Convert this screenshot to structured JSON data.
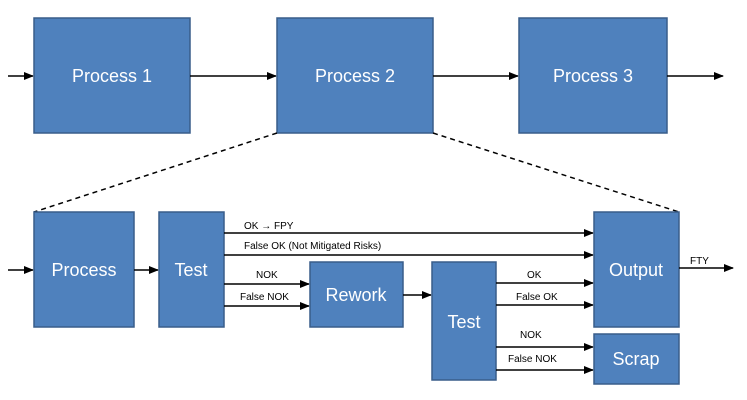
{
  "colors": {
    "box_fill": "#4f81bd",
    "box_border": "#385d8a",
    "box_text": "#ffffff",
    "line": "#000000",
    "background": "#ffffff"
  },
  "top_row": {
    "process1": "Process 1",
    "process2": "Process 2",
    "process3": "Process 3"
  },
  "detail": {
    "process": "Process",
    "test1": "Test",
    "rework": "Rework",
    "test2": "Test",
    "output": "Output",
    "scrap": "Scrap"
  },
  "edge_labels": {
    "ok_fpy": "OK → FPY",
    "false_ok_risks": "False OK (Not Mitigated Risks)",
    "nok_1": "NOK",
    "false_nok_1": "False NOK",
    "ok_2": "OK",
    "false_ok_2": "False OK",
    "nok_2": "NOK",
    "false_nok_2": "False NOK",
    "fty": "FTY"
  }
}
